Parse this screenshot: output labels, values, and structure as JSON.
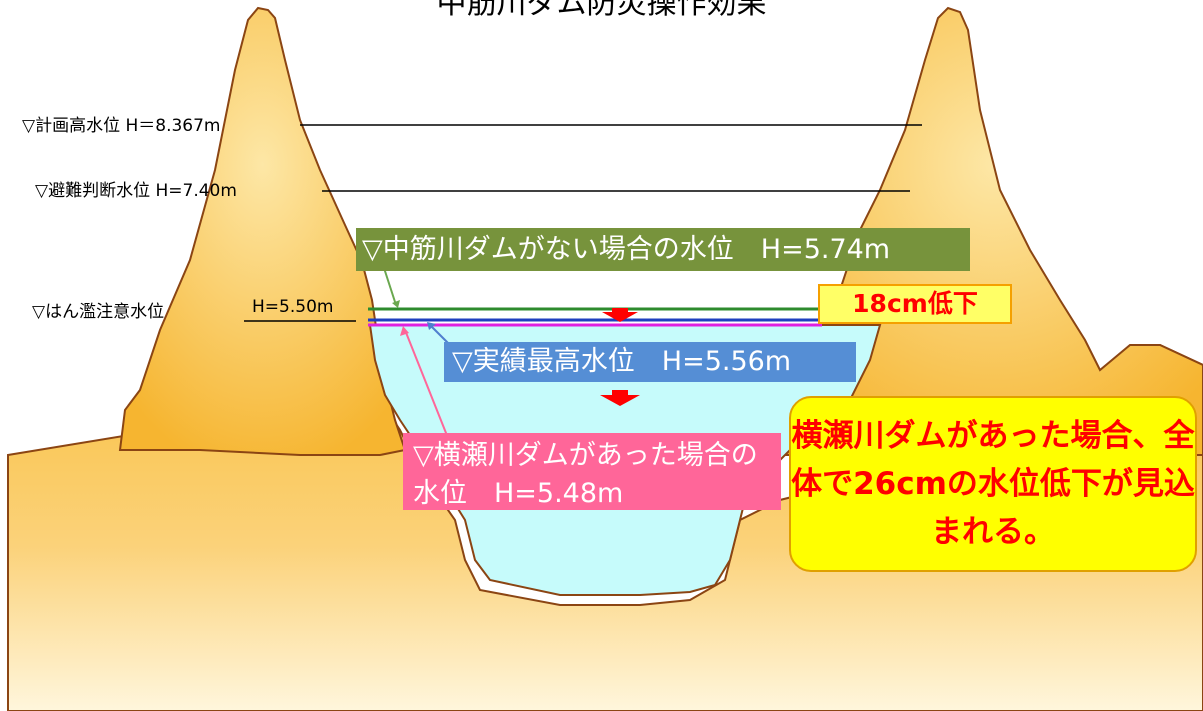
{
  "title": "中筋川ダム防災操作効果",
  "levels": {
    "plan_high_water": "▽計画高水位 H＝8.367m",
    "evacuation": "▽避難判断水位 H=7.40m",
    "flood_caution_prefix": "▽はん濫注意水位",
    "flood_caution_value": "H=5.50m"
  },
  "boxes": {
    "no_dam": "▽中筋川ダムがない場合の水位　H=5.74m",
    "actual": "▽実績最高水位　H=5.56m",
    "yokose": "▽横瀬川ダムがあった場合の水位　H=5.48m",
    "reduction": "18cm低下",
    "callout": "横瀬川ダムがあった場合、全体で26cmの水位低下が見込まれる。"
  },
  "colors": {
    "mountain": "#f7b93a",
    "mountain_edge": "#8b4513",
    "water": "#c6fbfb",
    "line_no_dam": "#2e8b2e",
    "line_actual": "#1f3fbf",
    "line_yokose": "#e020e0",
    "arrow": "#ff0000"
  }
}
